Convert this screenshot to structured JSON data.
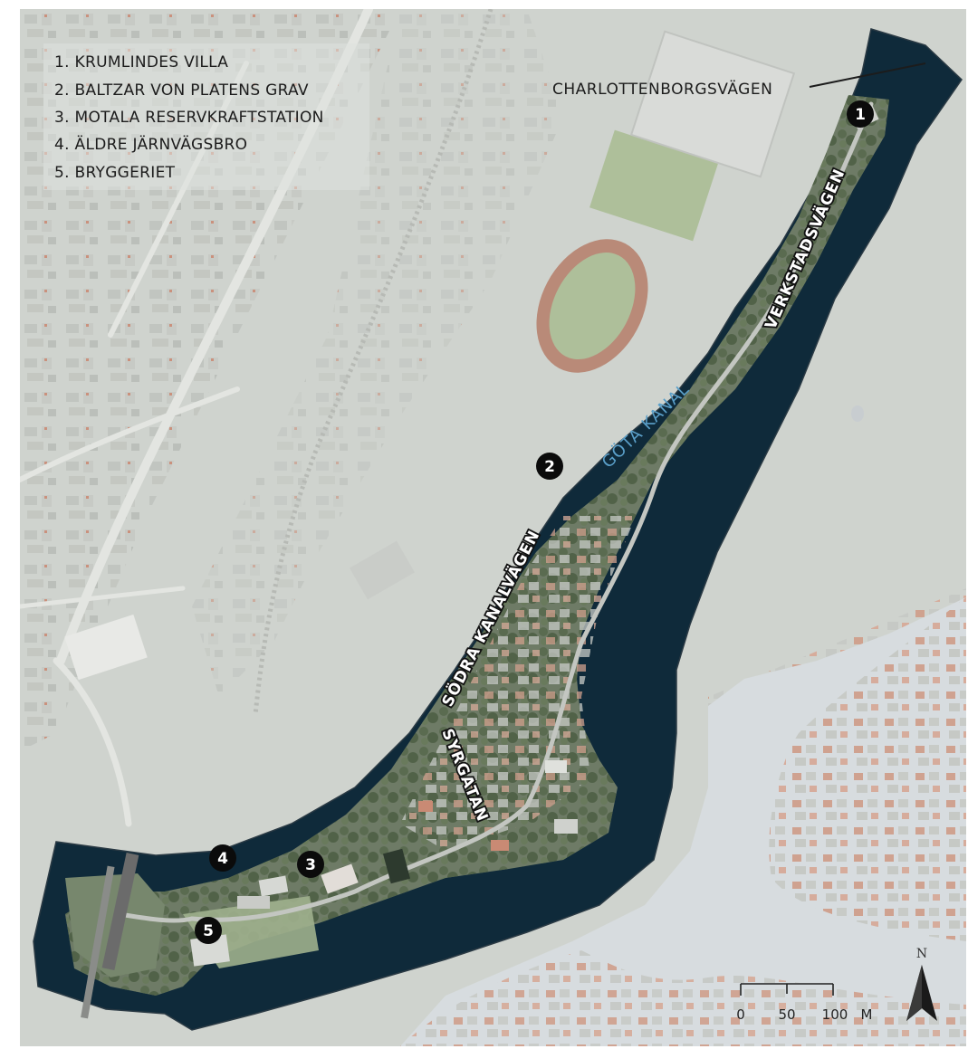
{
  "legend": {
    "items": [
      "1. KRUMLINDES VILLA",
      "2. BALTZAR VON PLATENS GRAV",
      "3. MOTALA RESERVKRAFTSTATION",
      "4. ÄLDRE JÄRNVÄGSBRO",
      "5. BRYGGERIET"
    ]
  },
  "labels": {
    "charlottenborgsvagen": "CHARLOTTENBORGSVÄGEN",
    "verkstadsvagen": "VERKSTADSVÄGEN",
    "gota_kanal": "GÖTA KANAL",
    "sodra_kanalvagen": "SÖDRA KANALVÄGEN",
    "syrgatan": "SYRGATAN"
  },
  "markers": [
    "1",
    "2",
    "3",
    "4",
    "5"
  ],
  "scale_bar": {
    "ticks": [
      "0",
      "50",
      "100"
    ],
    "unit": "M"
  },
  "north_arrow": {
    "label": "N"
  },
  "colors": {
    "water_dark": "#0f2a3a",
    "lake": "#d7dcdf",
    "land": "#cfd3ce",
    "canal_label": "#5a9fc9",
    "park_green": "#aebf9a"
  }
}
